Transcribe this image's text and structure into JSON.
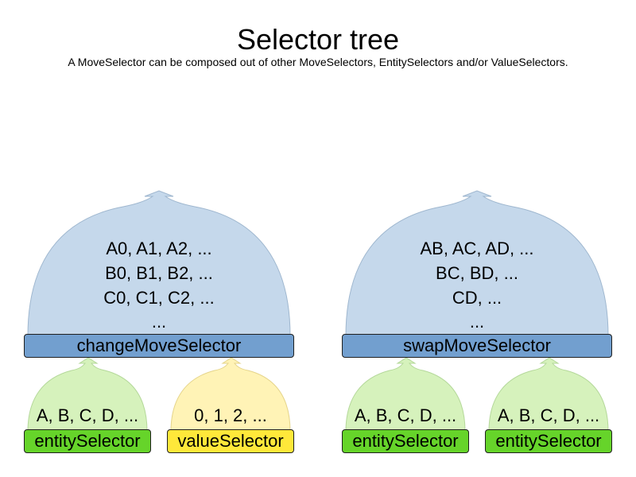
{
  "title": "Selector tree",
  "subtitle": "A MoveSelector can be composed out of other MoveSelectors, EntitySelectors and/or ValueSelectors.",
  "colors": {
    "move_selector_fill": "#729fcf",
    "move_cloud": "#c5d8eb",
    "entity_selector_fill": "#66d42a",
    "entity_cloud": "#d6f2bc",
    "value_selector_fill": "#ffe83a",
    "value_cloud": "#fff3b6"
  },
  "change_tree": {
    "selector_label": "changeMoveSelector",
    "moves": [
      "A0, A1, A2, ...",
      "B0, B1, B2, ...",
      "C0, C1, C2, ...",
      "..."
    ],
    "children": [
      {
        "label": "entitySelector",
        "values": "A, B, C, D, ..."
      },
      {
        "label": "valueSelector",
        "values": "0, 1, 2, ..."
      }
    ]
  },
  "swap_tree": {
    "selector_label": "swapMoveSelector",
    "moves": [
      "AB, AC, AD, ...",
      "BC, BD, ...",
      "CD, ...",
      "..."
    ],
    "children": [
      {
        "label": "entitySelector",
        "values": "A, B, C, D, ..."
      },
      {
        "label": "entitySelector",
        "values": "A, B, C, D, ..."
      }
    ]
  }
}
